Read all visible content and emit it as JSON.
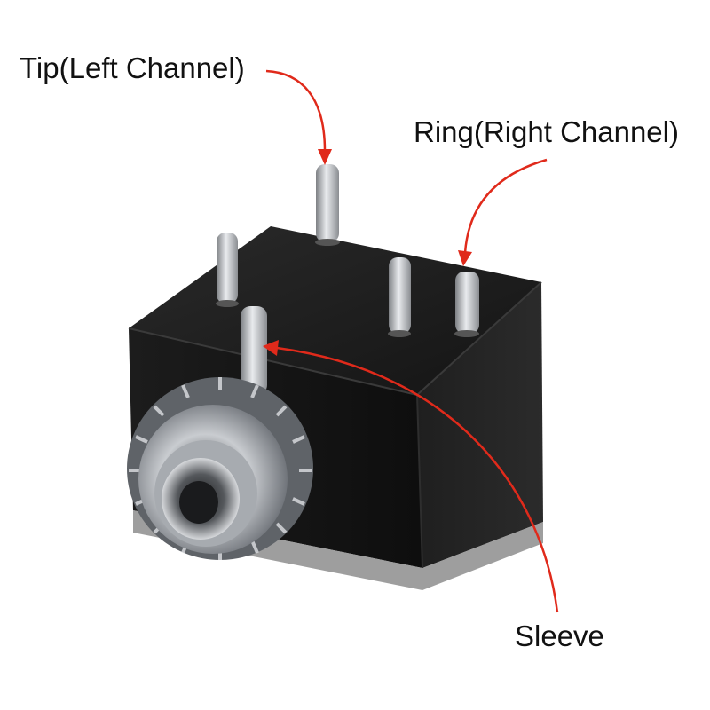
{
  "labels": {
    "tip": "Tip(Left Channel)",
    "ring": "Ring(Right Channel)",
    "sleeve": "Sleeve"
  },
  "colors": {
    "arrow": "#e02a1b",
    "body_dark": "#161616",
    "body_mid": "#262626",
    "metal": "#b9bcc0",
    "metal_dark": "#6f7378",
    "base_strip": "#8d8d8d"
  },
  "icons": {
    "subject": "audio-jack-component",
    "arrowhead": "arrowhead"
  }
}
